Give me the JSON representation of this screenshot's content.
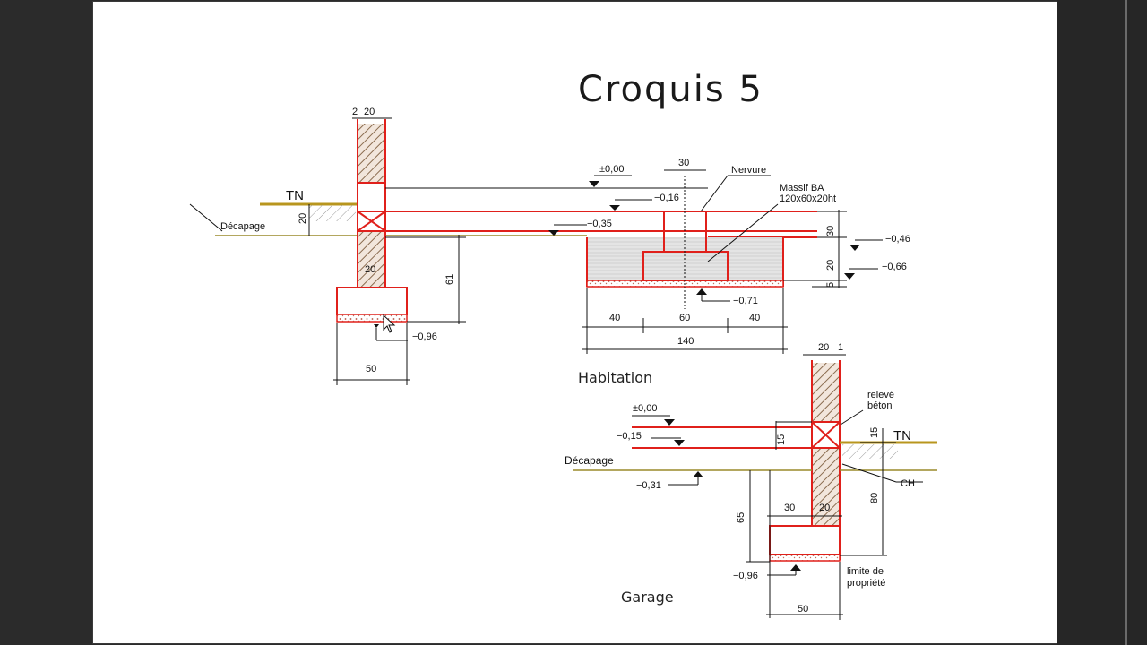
{
  "title": "Croquis 5",
  "habitation": {
    "caption": "Habitation",
    "tn": "TN",
    "decapage": "Décapage",
    "wall_width": "20",
    "wall_gap": "2",
    "dim_20_left": "20",
    "dim_20_inner": "20",
    "dim_61": "61",
    "dim_50": "50",
    "level_096": "−0,96",
    "level_000": "±0,00",
    "level_016": "−0,16",
    "level_035": "−0,35",
    "level_046": "−0,46",
    "level_066": "−0,66",
    "level_071": "−0,71",
    "nervure": "Nervure",
    "massif_1": "Massif  BA",
    "massif_2": "120x60x20ht",
    "dim_30_top": "30",
    "dim_30_right": "30",
    "dim_20_right": "20",
    "dim_5": "5",
    "dim_40_left": "40",
    "dim_60": "60",
    "dim_40_right": "40",
    "dim_140": "140"
  },
  "garage": {
    "caption": "Garage",
    "tn": "TN",
    "decapage": "Décapage",
    "wall_width": "20",
    "wall_gap": "1",
    "releve_1": "relevé",
    "releve_2": "béton",
    "level_000": "±0,00",
    "level_015": "−0,15",
    "level_031": "−0,31",
    "level_096": "−0,96",
    "dim_15_left": "15",
    "dim_15_right": "15",
    "dim_80": "80",
    "dim_65": "65",
    "dim_30": "30",
    "dim_20": "20",
    "dim_50": "50",
    "ch": "CH",
    "limite_1": "limite  de",
    "limite_2": "propriété"
  },
  "colors": {
    "concrete_line": "#e0201b",
    "ground_line": "#b8961e",
    "sheet": "#ffffff",
    "background": "#2b2b2b"
  }
}
